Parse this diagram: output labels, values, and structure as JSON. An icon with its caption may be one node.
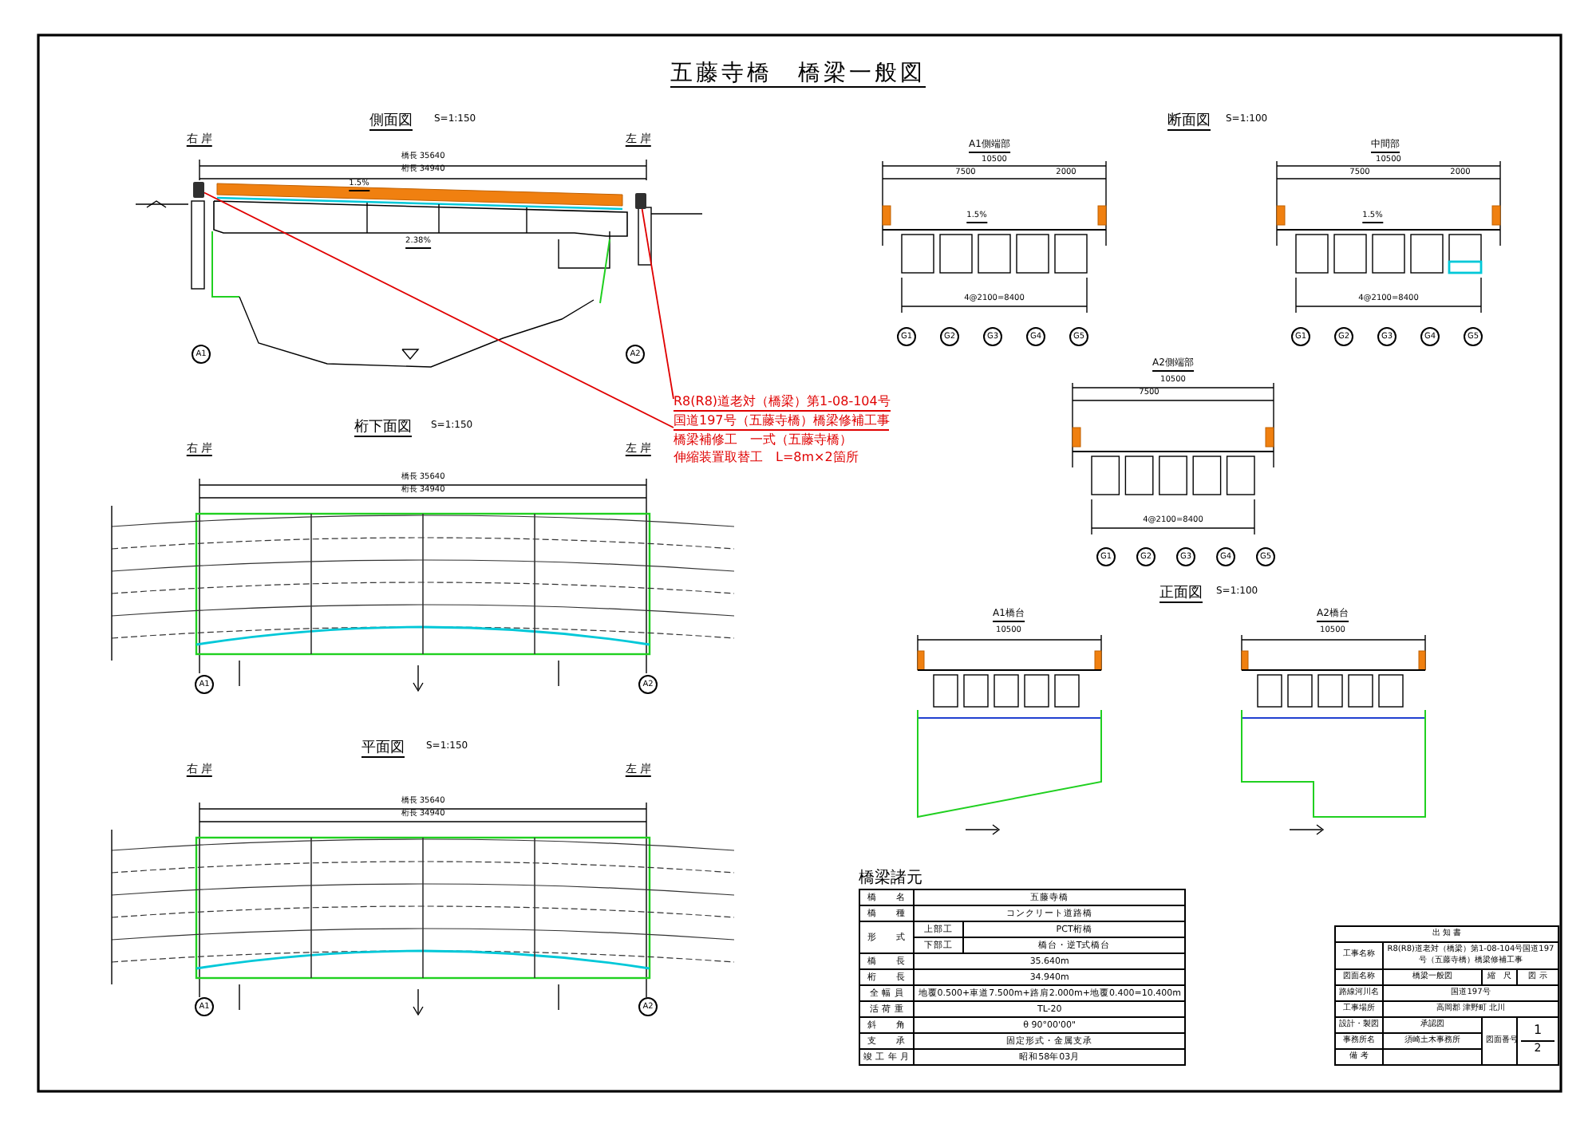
{
  "diagram": {
    "title": "五藤寺橋　橋梁一般図",
    "nodes": [
      {
        "text": [
          "R8(R8)道老対（橋梁）第1-08-104号",
          "国道197号（五藤寺橋）橋梁修補工事",
          "橋梁補修工　一式（五藤寺橋）",
          "伸縮装置取替工　L=8m×2箇所"
        ]
      },
      {
        "text": [],
        "shape": "bar"
      },
      {
        "text": [],
        "shape": "bar"
      }
    ],
    "edges": [
      {
        "from": 0,
        "to": 1,
        "arrow": "none"
      },
      {
        "from": 0,
        "to": 2,
        "arrow": "none"
      }
    ],
    "labels": [
      "側面図",
      "S=1:150",
      "右 岸",
      "左 岸",
      "橋長 35640",
      "桁長 34940",
      "1.5%",
      "2.38%",
      "A1",
      "A2",
      "桁下面図",
      "S=1:150",
      "右 岸",
      "左 岸",
      "橋長 35640",
      "桁長 34940",
      "A1",
      "A2",
      "平面図",
      "S=1:150",
      "右 岸",
      "左 岸",
      "橋長 35640",
      "桁長 34940",
      "A1",
      "A2",
      "断面図",
      "S=1:100",
      "A1側端部",
      "10500",
      "7500",
      "2000",
      "1.5%",
      "4@2100=8400",
      "G1",
      "G2",
      "G3",
      "G4",
      "G5",
      "中間部",
      "10500",
      "7500",
      "2000",
      "1.5%",
      "4@2100=8400",
      "G1",
      "G2",
      "G3",
      "G4",
      "G5",
      "A2側端部",
      "10500",
      "7500",
      "4@2100=8400",
      "G1",
      "G2",
      "G3",
      "G4",
      "G5",
      "正面図",
      "S=1:100",
      "A1橋台",
      "10500",
      "A2橋台",
      "10500",
      "橋梁諸元",
      "橋　　名",
      "五藤寺橋",
      "橋　　種",
      "コンクリート道路橋",
      "形　　式",
      "上部工",
      "PCT桁橋",
      "下部工",
      "橋台・逆T式橋台",
      "橋　　長",
      "35.640m",
      "桁　　長",
      "34.940m",
      "全 幅 員",
      "地覆0.500+車道7.500m+路肩2.000m+地覆0.400=10.400m",
      "活 荷 重",
      "TL-20",
      "斜　　角",
      "θ 90°00'00\"",
      "支　　承",
      "固定形式・金属支承",
      "竣 工 年 月",
      "昭和58年03月",
      "出 知 書",
      "工事名称",
      "R8(R8)道老対（橋梁）第1-08-104号国道197号（五藤寺橋）橋梁修補工事",
      "図面名称",
      "橋梁一般図",
      "縮　尺",
      "図 示",
      "路線河川名",
      "国道197号",
      "工事場所",
      "高岡郡 津野町 北川",
      "設計・製図",
      "承認図",
      "事務所名",
      "須崎土木事務所",
      "図面番号",
      "1",
      "2",
      "備 考"
    ]
  }
}
